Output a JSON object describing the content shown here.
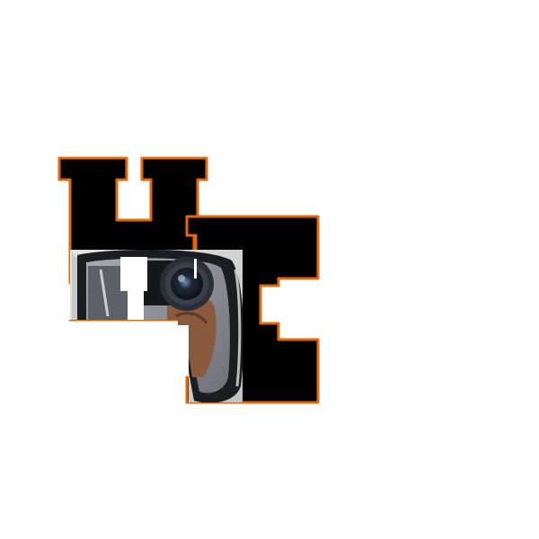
{
  "canvas": {
    "background": "#ffffff"
  },
  "logo": {
    "letters": [
      "H",
      "E"
    ],
    "letter_fill": "#000000",
    "outline_color": "#e06a0a",
    "photo_description_icon": "camera-in-side-mirror-photo"
  },
  "colors": {
    "mirror_housing": "#1b1d21",
    "mirror_glass": "#8f9399",
    "lens_dark": "#0d0f12",
    "lens_ring": "#3a3f47",
    "lens_highlight": "#6f8fb3",
    "skin": "#8a5a3e",
    "window_light": "#d9dad6"
  }
}
